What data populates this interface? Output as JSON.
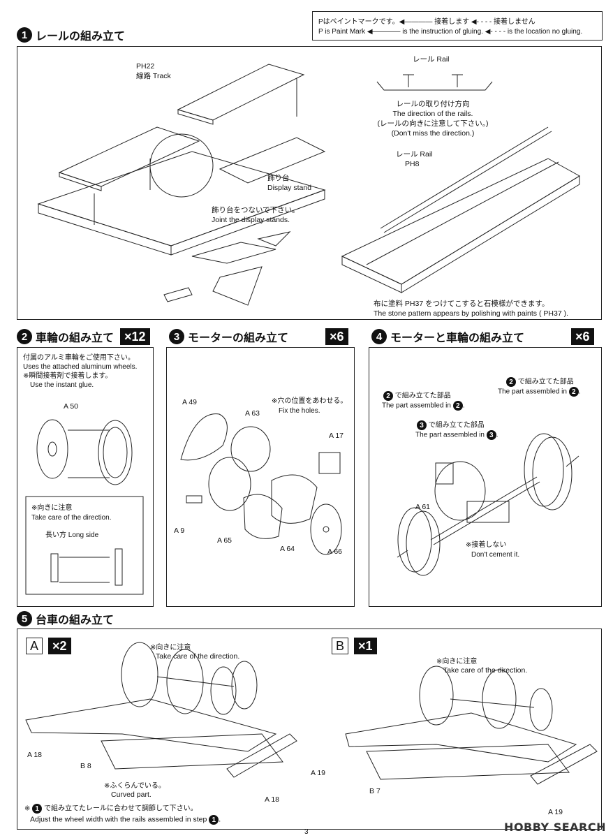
{
  "legend": {
    "line1": "Pはペイントマークです。◀―――― 接着します ◀- - - - 接着しません",
    "line2": "P is Paint Mark ◀―――― is the instruction of gluing. ◀- - - - is the location no gluing."
  },
  "step1": {
    "num": "1",
    "title": "レールの組み立て",
    "track_paint": "PH22",
    "track_label": "線路 Track",
    "display_ja": "飾り台",
    "display_en": "Display stand",
    "joint_ja": "飾り台をつないで下さい。",
    "joint_en": "Joint the display stands.",
    "rail_top": "レール Rail",
    "dir_ja": "レールの取り付け方向",
    "dir_en": "The direction of the rails.",
    "dir_note_ja": "(レールの向きに注意して下さい。)",
    "dir_note_en": "(Don't  miss the direction.)",
    "rail2": "レール Rail",
    "rail2_paint": "PH8",
    "stone_ja": "布に塗料 PH37 をつけてこすると石模様ができます。",
    "stone_en": "The stone pattern appears by polishing with paints ( PH37 )."
  },
  "step2": {
    "num": "2",
    "title": "車輪の組み立て",
    "mult": "×12",
    "note1_ja": "付属のアルミ車輪をご使用下さい。",
    "note1_en": "Uses the attached aluminum wheels.",
    "note2_ja": "※瞬間接着剤で接着します。",
    "note2_en": "Use the instant glue.",
    "part": "A 50",
    "care_ja": "※向きに注意",
    "care_en": "Take care of the direction.",
    "long_side": "長い方 Long side"
  },
  "step3": {
    "num": "3",
    "title": "モーターの組み立て",
    "mult": "×6",
    "holes_ja": "※穴の位置をあわせる。",
    "holes_en": "Fix the holes.",
    "parts": [
      "A 49",
      "A 63",
      "A 17",
      "A 9",
      "A 65",
      "A 64",
      "A 66"
    ]
  },
  "step4": {
    "num": "4",
    "title": "モーターと車輪の組み立て",
    "mult": "×6",
    "p2a_ja": "で組み立てた部品",
    "p2a_en": "The part assembled in",
    "p2b_ja": "で組み立てた部品",
    "p2b_en": "The part assembled in",
    "p3_ja": "で組み立てた部品",
    "p3_en": "The part assembled in",
    "part": "A 61",
    "nocement_ja": "※接着しない",
    "nocement_en": "Don't cement it."
  },
  "step5": {
    "num": "5",
    "title": "台車の組み立て",
    "a_letter": "A",
    "a_mult": "×2",
    "b_letter": "B",
    "b_mult": "×1",
    "careA_ja": "※向きに注意",
    "careA_en": "Take care of the direction.",
    "careB_ja": "※向きに注意",
    "careB_en": "Take care of the direction.",
    "partsA": [
      "A 18",
      "B 8",
      "A 18"
    ],
    "curved_ja": "※ふくらんでいる。",
    "curved_en": "Curved part.",
    "partsB": [
      "A 19",
      "B 7",
      "A 19"
    ],
    "adjust_ja": "で組み立てたレールに合わせて調節して下さい。",
    "adjust_en": "Adjust the wheel width with the rails assembled in step"
  },
  "page_number": "3",
  "watermark": "HOBBY SEARCH"
}
